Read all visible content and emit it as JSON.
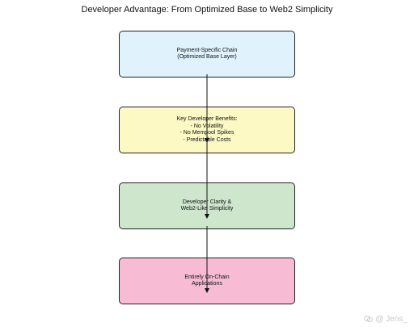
{
  "title": "Developer Advantage: From Optimized Base to Web2 Simplicity",
  "nodes": [
    {
      "lines": [
        "Payment-Specific Chain",
        "(Optimized Base Layer)"
      ]
    },
    {
      "lines": [
        "Key Developer Benefits:",
        "- No Volatility",
        "- No Mempool Spikes",
        "- Predictable Costs"
      ]
    },
    {
      "lines": [
        "Developer Clarity &",
        "Web2-Like Simplicity"
      ]
    },
    {
      "lines": [
        "Entirely On-Chain",
        "Applications"
      ]
    }
  ],
  "colors": {
    "node1": "#e0f3fd",
    "node2": "#fdf9c4",
    "node3": "#cde6cc",
    "node4": "#f7bcd3",
    "border": "#222222"
  },
  "watermark": {
    "icon": "chat-bubble-icon",
    "text": "@ Jens_"
  }
}
